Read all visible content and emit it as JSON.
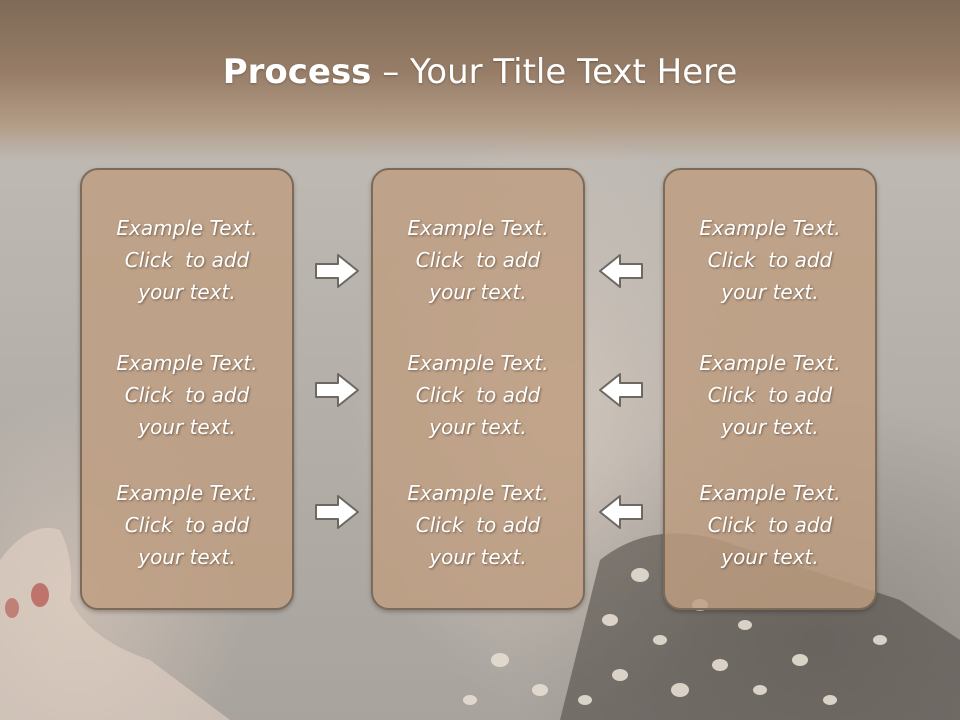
{
  "title": {
    "bold": "Process",
    "rest": " – Your Title Text Here"
  },
  "columns": [
    {
      "items": [
        {
          "line1": "Example Text.",
          "line2": "Click  to add",
          "line3": "your text."
        },
        {
          "line1": "Example Text.",
          "line2": "Click  to add",
          "line3": "your text."
        },
        {
          "line1": "Example Text.",
          "line2": "Click  to add",
          "line3": "your text."
        }
      ]
    },
    {
      "items": [
        {
          "line1": "Example Text.",
          "line2": "Click  to add",
          "line3": "your text."
        },
        {
          "line1": "Example Text.",
          "line2": "Click  to add",
          "line3": "your text."
        },
        {
          "line1": "Example Text.",
          "line2": "Click  to add",
          "line3": "your text."
        }
      ]
    },
    {
      "items": [
        {
          "line1": "Example Text.",
          "line2": "Click  to add",
          "line3": "your text."
        },
        {
          "line1": "Example Text.",
          "line2": "Click  to add",
          "line3": "your text."
        },
        {
          "line1": "Example Text.",
          "line2": "Click  to add",
          "line3": "your text."
        }
      ]
    }
  ],
  "arrows": {
    "left_group": [
      "right-arrow-icon",
      "right-arrow-icon",
      "right-arrow-icon"
    ],
    "right_group": [
      "left-arrow-icon",
      "left-arrow-icon",
      "left-arrow-icon"
    ]
  },
  "colors": {
    "header": "#977d67",
    "box_fill": "#be9e80",
    "box_border": "#7d6a59",
    "text": "#ffffff"
  }
}
